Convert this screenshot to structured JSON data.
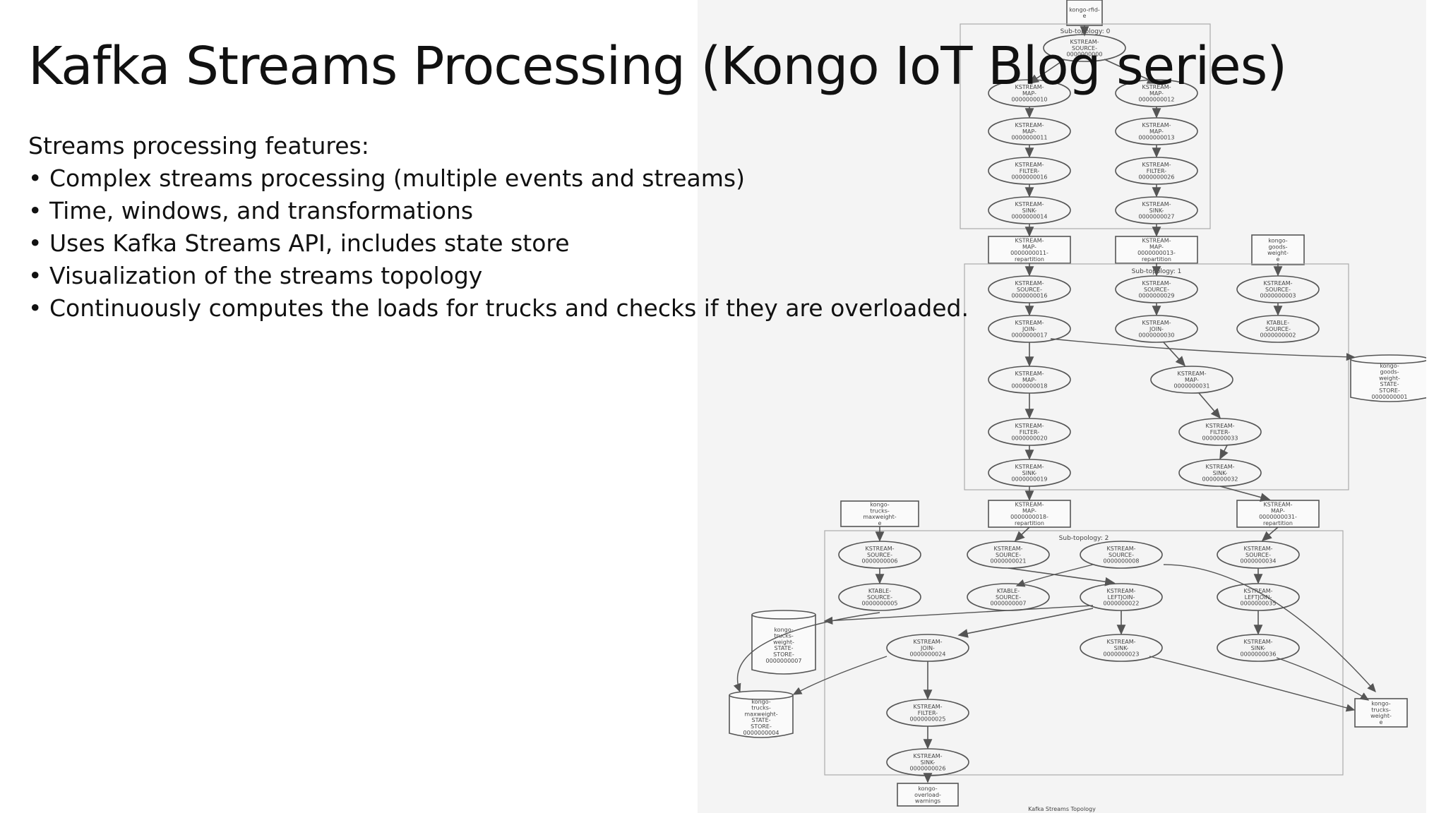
{
  "slide": {
    "title": "Kafka Streams Processing (Kongo IoT Blog series)",
    "intro": "Streams processing features:",
    "bullets": [
      "Complex streams processing (multiple events and streams)",
      "Time, windows, and transformations",
      "Uses Kafka Streams API, includes state store",
      "Visualization of the streams topology",
      "Continuously computes the loads for trucks and checks if they are overloaded."
    ]
  },
  "topology": {
    "top_topic": "kongo-rfid-\ne",
    "sub0": {
      "label": "Sub-topology: 0",
      "source": "KSTREAM-\nSOURCE-\n0000000000",
      "left": [
        "KSTREAM-\nMAP-\n0000000011",
        "KSTREAM-\nFILTER-\n0000000016",
        "KSTREAM-\nSINK-\n0000000014"
      ],
      "right": [
        "KSTREAM-\nMAP-\n0000000013",
        "KSTREAM-\nFILTER-\n0000000026",
        "KSTREAM-\nSINK-\n0000000027"
      ]
    },
    "repartition_a": "KSTREAM-\nMAP-\n0000000011-\nrepartition",
    "repartition_b": "KSTREAM-\nMAP-\n0000000013-\nrepartition",
    "goods_topic": "kongo-\ngoods-\nweight-\ne",
    "sub1": {
      "label": "Sub-topology: 1",
      "sources": [
        "KSTREAM-\nSOURCE-\n0000000016",
        "KSTREAM-\nSOURCE-\n0000000029",
        "KSTREAM-\nSOURCE-\n0000000003"
      ],
      "joins": [
        "KSTREAM-\nJOIN-\n0000000017",
        "KSTREAM-\nJOIN-\n0000000030",
        "KTABLE-\nSOURCE-\n0000000002"
      ],
      "left_chain": [
        "KSTREAM-\nMAP-\n0000000018",
        "KSTREAM-\nFILTER-\n0000000020",
        "KSTREAM-\nSINK-\n0000000019"
      ],
      "right_chain": [
        "KSTREAM-\nMAP-\n0000000031",
        "KSTREAM-\nFILTER-\n0000000033",
        "KSTREAM-\nSINK-\n0000000032"
      ],
      "store": "kongo-\ngoods-\nweight-\nSTATE-\nSTORE-\n0000000001"
    },
    "truck_topic": "kongo-\ntrucks-\nmaxweight-\ne",
    "repartition_c": "KSTREAM-\nMAP-\n0000000018-\nrepartition",
    "repartition_d": "KSTREAM-\nMAP-\n0000000031-\nrepartition",
    "sub2": {
      "label": "Sub-topology: 2",
      "sources": [
        "KSTREAM-\nSOURCE-\n0000000006",
        "KSTREAM-\nSOURCE-\n0000000021",
        "KSTREAM-\nSOURCE-\n0000000008",
        "KSTREAM-\nSOURCE-\n0000000034"
      ],
      "row2": [
        "KTABLE-\nSOURCE-\n0000000005",
        "KTABLE-\nSOURCE-\n0000000007",
        "KSTREAM-\nLEFTJOIN-\n0000000022",
        "KSTREAM-\nLEFTJOIN-\n0000000035"
      ],
      "row3": [
        "KSTREAM-\nJOIN-\n0000000024",
        "KSTREAM-\nSINK-\n0000000023",
        "KSTREAM-\nSINK-\n0000000036"
      ],
      "filter": "KSTREAM-\nFILTER-\n0000000025",
      "sink": "KSTREAM-\nSINK-\n0000000026",
      "store_weight": "kongo-\ntrucks-\nweight-\nSTATE-\nSTORE-\n0000000007",
      "store_max": "kongo-\ntrucks-\nmaxweight-\nSTATE-\nSTORE-\n0000000004"
    },
    "truck_weight_topic": "kongo-\ntrucks-\nweight-\ne",
    "overload_topic": "kongo-\noverload-\nwarnings",
    "caption": "Kafka Streams Topology"
  }
}
